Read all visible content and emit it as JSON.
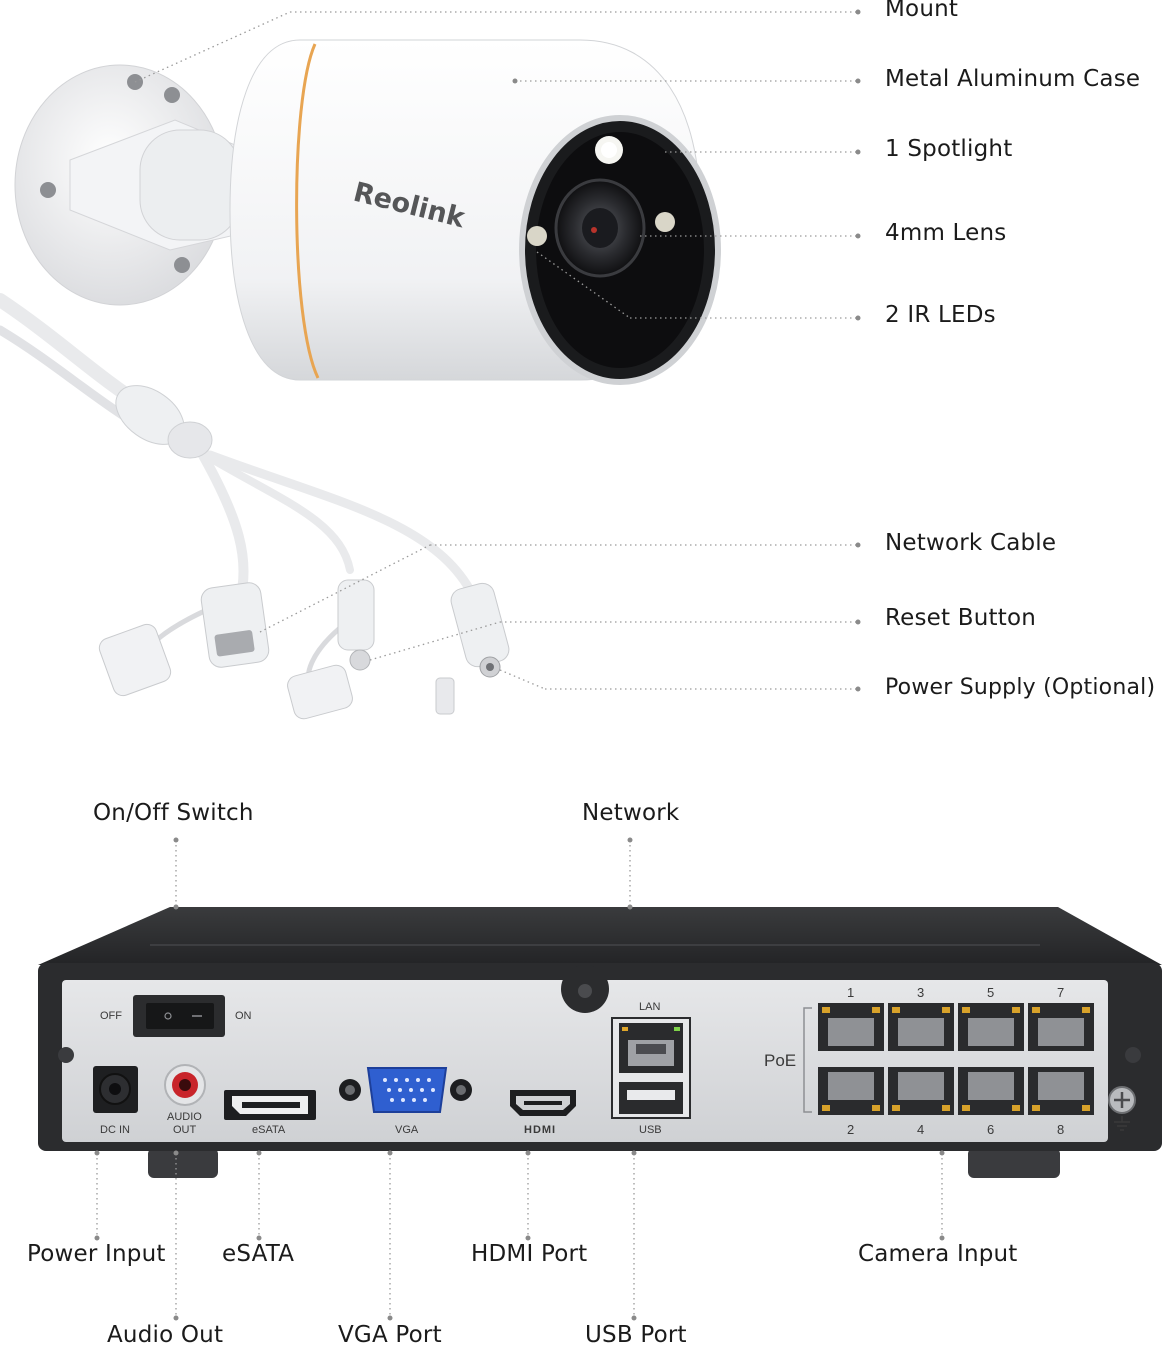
{
  "camera_labels": {
    "mount": "Mount",
    "case": "Metal Aluminum Case",
    "spotlight": "1 Spotlight",
    "lens": "4mm Lens",
    "ir_leds": "2 IR LEDs",
    "network_cable": "Network Cable",
    "reset_button": "Reset Button",
    "power_supply": "Power Supply (Optional)"
  },
  "nvr_labels": {
    "on_off_switch": "On/Off Switch",
    "network": "Network",
    "power_input": "Power Input",
    "esata": "eSATA",
    "hdmi_port": "HDMI Port",
    "camera_input": "Camera Input",
    "audio_out": "Audio Out",
    "vga_port": "VGA Port",
    "usb_port": "USB Port"
  },
  "brand": {
    "logo_text": "Reolink"
  },
  "panel_text": {
    "off": "OFF",
    "on": "ON",
    "dc_in": "DC IN",
    "audio": "AUDIO",
    "out": "OUT",
    "esata": "eSATA",
    "vga": "VGA",
    "hdmi": "HDMI",
    "lan": "LAN",
    "usb": "USB",
    "poe": "PoE",
    "port_numbers_top": [
      "1",
      "3",
      "5",
      "7"
    ],
    "port_numbers_bottom": [
      "2",
      "4",
      "6",
      "8"
    ]
  },
  "colors": {
    "accent_ring": "#e8a552",
    "vga_blue": "#2f5fd0",
    "rca_red": "#c8242a",
    "led_green": "#7fd34a",
    "led_amber": "#e0a62a",
    "nvr_body": "#2b2c2e",
    "nvr_panel": "#dadcde"
  }
}
